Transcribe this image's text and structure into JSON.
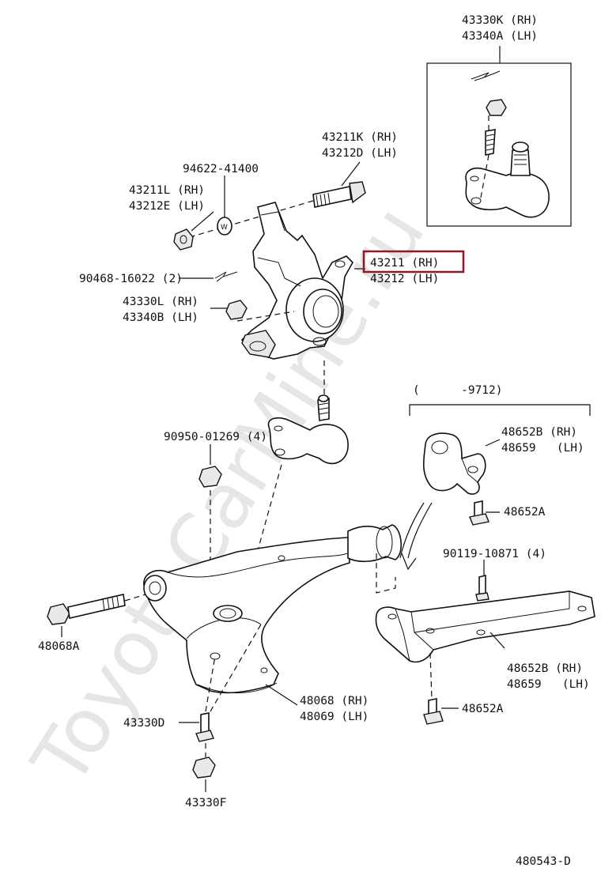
{
  "watermark": "ToyotaCarMine.ru",
  "diagram_code": "480543-D",
  "highlight_color": "#8b1a2b",
  "labels": {
    "l43330k": "43330K (RH)",
    "l43340a": "43340A (LH)",
    "l43211k": "43211K (RH)",
    "l43212d": "43212D (LH)",
    "l94622": "94622-41400",
    "l43211l": "43211L (RH)",
    "l43212e": "43212E (LH)",
    "l43211": "43211 (RH)",
    "l43212": "43212 (LH)",
    "l90468": "90468-16022 (2)",
    "l43330l": "43330L (RH)",
    "l43340b": "43340B (LH)",
    "l9712": "(      -9712)",
    "l90950": "90950-01269 (4)",
    "l48652b_top": "48652B (RH)",
    "l48659_top": "48659   (LH)",
    "l48652a_top": "48652A",
    "l90119": "90119-10871 (4)",
    "l48068a": "48068A",
    "l48652b_bot": "48652B (RH)",
    "l48659_bot": "48659   (LH)",
    "l48068": "48068 (RH)",
    "l48069": "48069 (LH)",
    "l43330d": "43330D",
    "l48652a_bot": "48652A",
    "l43330f": "43330F"
  }
}
